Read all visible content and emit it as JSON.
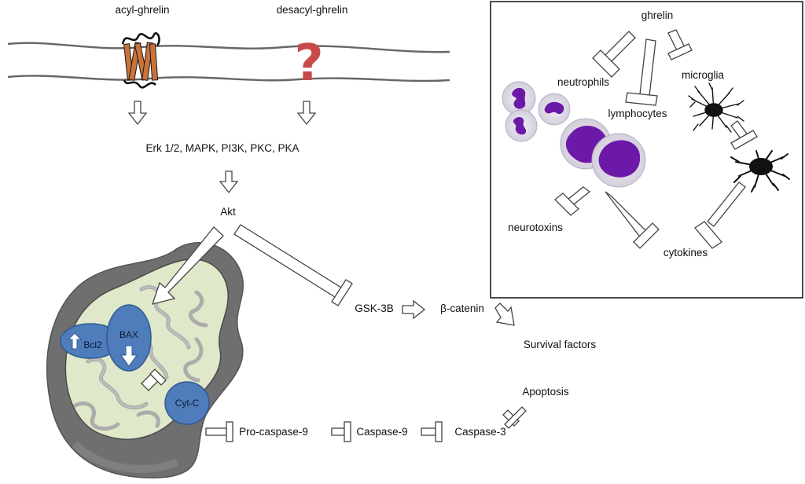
{
  "labels": {
    "acyl_ghrelin": "acyl-ghrelin",
    "desacyl_ghrelin": "desacyl-ghrelin",
    "kinases": "Erk 1/2, MAPK, PI3K, PKC, PKA",
    "akt": "Akt",
    "gsk3b": "GSK-3B",
    "beta_catenin": "β-catenin",
    "survival_factors": "Survival factors",
    "apoptosis": "Apoptosis",
    "bcl2": "Bcl2",
    "bax": "BAX",
    "cytc": "Cyt-C",
    "pro_caspase9": "Pro-caspase-9",
    "caspase9": "Caspase-9",
    "caspase3": "Caspase-3",
    "question_mark": "?"
  },
  "inset": {
    "ghrelin": "ghrelin",
    "neutrophils": "neutrophils",
    "microglia": "microglia",
    "lymphocytes": "lymphocytes",
    "neurotoxins": "neurotoxins",
    "cytokines": "cytokines"
  },
  "colors": {
    "receptor": "#c8733a",
    "question": "#c94a4a",
    "mito_outer": "#6e6e6e",
    "mito_matrix": "#dfe8c9",
    "protein_blue": "#4f7dbb",
    "cell_purple": "#6c19a8",
    "cell_halo": "#e6e3ee"
  }
}
